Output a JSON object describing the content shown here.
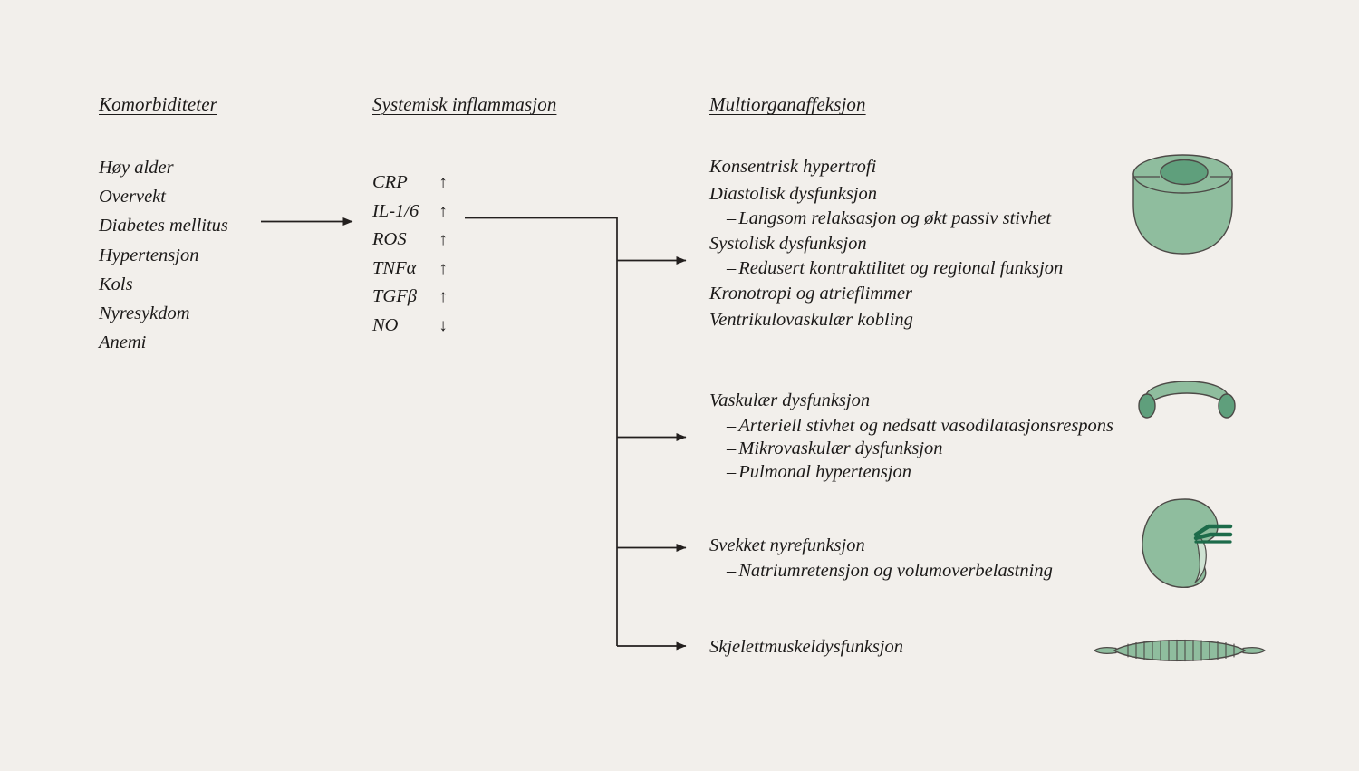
{
  "page": {
    "background": "#f2efeb",
    "ink": "#1c1a19",
    "organ_fill": "#8fbd9e",
    "organ_fill_dark": "#5f9f7c",
    "organ_fill_light": "#cfe3d3",
    "organ_stroke": "#4d4a47"
  },
  "columns": {
    "comorbidities": {
      "heading": "Komorbiditeter",
      "items": [
        "Høy alder",
        "Overvekt",
        "Diabetes mellitus",
        "Hypertensjon",
        "Kols",
        "Nyresykdom",
        "Anemi"
      ]
    },
    "inflammation": {
      "heading": "Systemisk inflammasjon",
      "markers": [
        {
          "name": "CRP",
          "direction": "↑"
        },
        {
          "name": "IL-1/6",
          "direction": "↑"
        },
        {
          "name": "ROS",
          "direction": "↑"
        },
        {
          "name": "TNFα",
          "direction": "↑"
        },
        {
          "name": "TGFβ",
          "direction": "↑"
        },
        {
          "name": "NO",
          "direction": "↓"
        }
      ]
    },
    "multiorgan": {
      "heading": "Multiorganaffeksjon",
      "blocks": [
        {
          "icon": "heart-cylinder-icon",
          "lines": [
            {
              "text": "Konsentrisk hypertrofi",
              "sub": false
            },
            {
              "text": "Diastolisk dysfunksjon",
              "sub": false
            },
            {
              "text": "Langsom relaksasjon og økt passiv stivhet",
              "sub": true
            },
            {
              "text": "Systolisk dysfunksjon",
              "sub": false
            },
            {
              "text": "Redusert kontraktilitet og regional funksjon",
              "sub": true
            },
            {
              "text": "Kronotropi og atrieflimmer",
              "sub": false
            },
            {
              "text": "Ventrikulovaskulær kobling",
              "sub": false
            }
          ]
        },
        {
          "icon": "blood-vessel-icon",
          "lines": [
            {
              "text": "Vaskulær dysfunksjon",
              "sub": false
            },
            {
              "text": "Arteriell stivhet og nedsatt vasodilatasjonsrespons",
              "sub": true
            },
            {
              "text": "Mikrovaskulær dysfunksjon",
              "sub": true
            },
            {
              "text": "Pulmonal hypertensjon",
              "sub": true
            }
          ]
        },
        {
          "icon": "kidney-icon",
          "lines": [
            {
              "text": "Svekket nyrefunksjon",
              "sub": false
            },
            {
              "text": "Natriumretensjon og volumoverbelastning",
              "sub": true
            }
          ]
        },
        {
          "icon": "skeletal-muscle-icon",
          "lines": [
            {
              "text": "Skjelettmuskeldysfunksjon",
              "sub": false
            }
          ]
        }
      ]
    }
  },
  "connectors": {
    "dash": "–",
    "input_arrow": "comorbidities-to-inflammation-arrow",
    "branch_arrows": [
      "branch-arrow-cardiac",
      "branch-arrow-vascular",
      "branch-arrow-renal",
      "branch-arrow-muscle"
    ]
  }
}
